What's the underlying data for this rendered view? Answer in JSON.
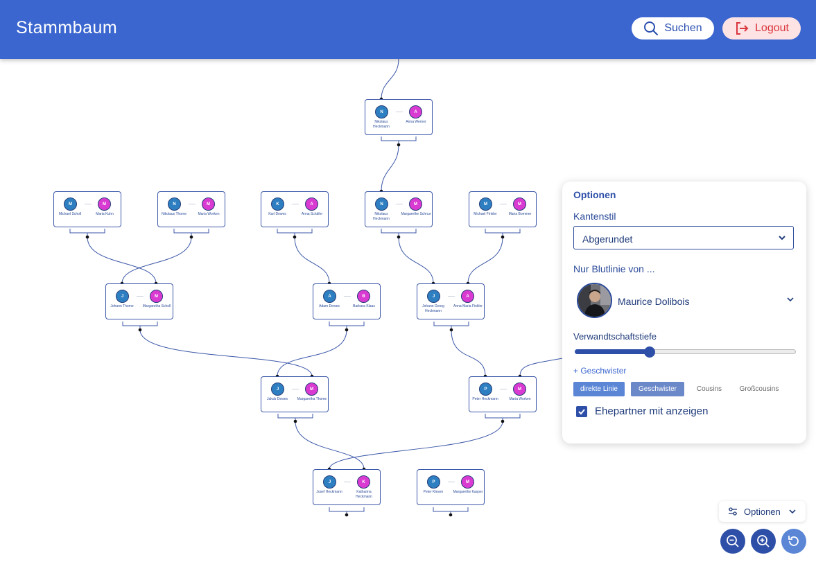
{
  "header": {
    "title": "Stammbaum",
    "search_label": "Suchen",
    "logout_label": "Logout",
    "search_color": "#2a4fb0",
    "logout_color": "#d9363e",
    "background": "#3b66cf"
  },
  "tree": {
    "nodes": [
      {
        "id": "n1",
        "male": {
          "initial": "N",
          "name": "Nikolaus Heckmann"
        },
        "female": {
          "initial": "A",
          "name": "Anna Werner"
        }
      },
      {
        "id": "n2",
        "male": {
          "initial": "M",
          "name": "Michael Scholl"
        },
        "female": {
          "initial": "M",
          "name": "Maria Kuhn"
        }
      },
      {
        "id": "n3",
        "male": {
          "initial": "N",
          "name": "Nikolaus Thome"
        },
        "female": {
          "initial": "M",
          "name": "Maria Worken"
        }
      },
      {
        "id": "n4",
        "male": {
          "initial": "K",
          "name": "Karl Dewes"
        },
        "female": {
          "initial": "A",
          "name": "Anna Schäfer"
        }
      },
      {
        "id": "n5",
        "male": {
          "initial": "N",
          "name": "Nikolaus Heckmann"
        },
        "female": {
          "initial": "M",
          "name": "Margarethe Schnur"
        }
      },
      {
        "id": "n6",
        "male": {
          "initial": "M",
          "name": "Michael Finkler"
        },
        "female": {
          "initial": "M",
          "name": "Maria Bommer"
        }
      },
      {
        "id": "n7",
        "male": {
          "initial": "J",
          "name": "Johann Thome"
        },
        "female": {
          "initial": "M",
          "name": "Margaretha Scholl"
        }
      },
      {
        "id": "n8",
        "male": {
          "initial": "A",
          "name": "Adam Dewes"
        },
        "female": {
          "initial": "B",
          "name": "Barbara Klaas"
        }
      },
      {
        "id": "n9",
        "male": {
          "initial": "J",
          "name": "Johann Georg Heckmann"
        },
        "female": {
          "initial": "A",
          "name": "Anna Maria Finkler"
        }
      },
      {
        "id": "n10",
        "male": {
          "initial": "J",
          "name": "Jakob Dewes"
        },
        "female": {
          "initial": "M",
          "name": "Margaretha Thome"
        }
      },
      {
        "id": "n11",
        "male": {
          "initial": "P",
          "name": "Peter Heckmann"
        },
        "female": {
          "initial": "M",
          "name": "Maria Worken"
        }
      },
      {
        "id": "n12",
        "male": {
          "initial": "J",
          "name": "Josef Heckmann"
        },
        "female": {
          "initial": "K",
          "name": "Katharina Heckmann"
        }
      },
      {
        "id": "n13",
        "male": {
          "initial": "P",
          "name": "Peter Klesen"
        },
        "female": {
          "initial": "M",
          "name": "Margarethe Kasper"
        }
      }
    ],
    "colors": {
      "male": "#2e7fc1",
      "female": "#d93ad1",
      "edge": "#3a56a8"
    }
  },
  "options_panel": {
    "title": "Optionen",
    "edge_style_label": "Kantenstil",
    "edge_style_value": "Abgerundet",
    "bloodline_label": "Nur Blutlinie von ...",
    "person_name": "Maurice Dolibois",
    "depth_label": "Verwandtschaftstiefe",
    "depth_value": 0.34,
    "siblings_link": "+ Geschwister",
    "levels": [
      "direkte Linie",
      "Geschwister",
      "Cousins",
      "Großcousins"
    ],
    "levels_active": [
      "direkte Linie",
      "Geschwister"
    ],
    "spouse_label": "Ehepartner mit anzeigen",
    "spouse_checked": true
  },
  "toolbar": {
    "options_label": "Optionen"
  }
}
